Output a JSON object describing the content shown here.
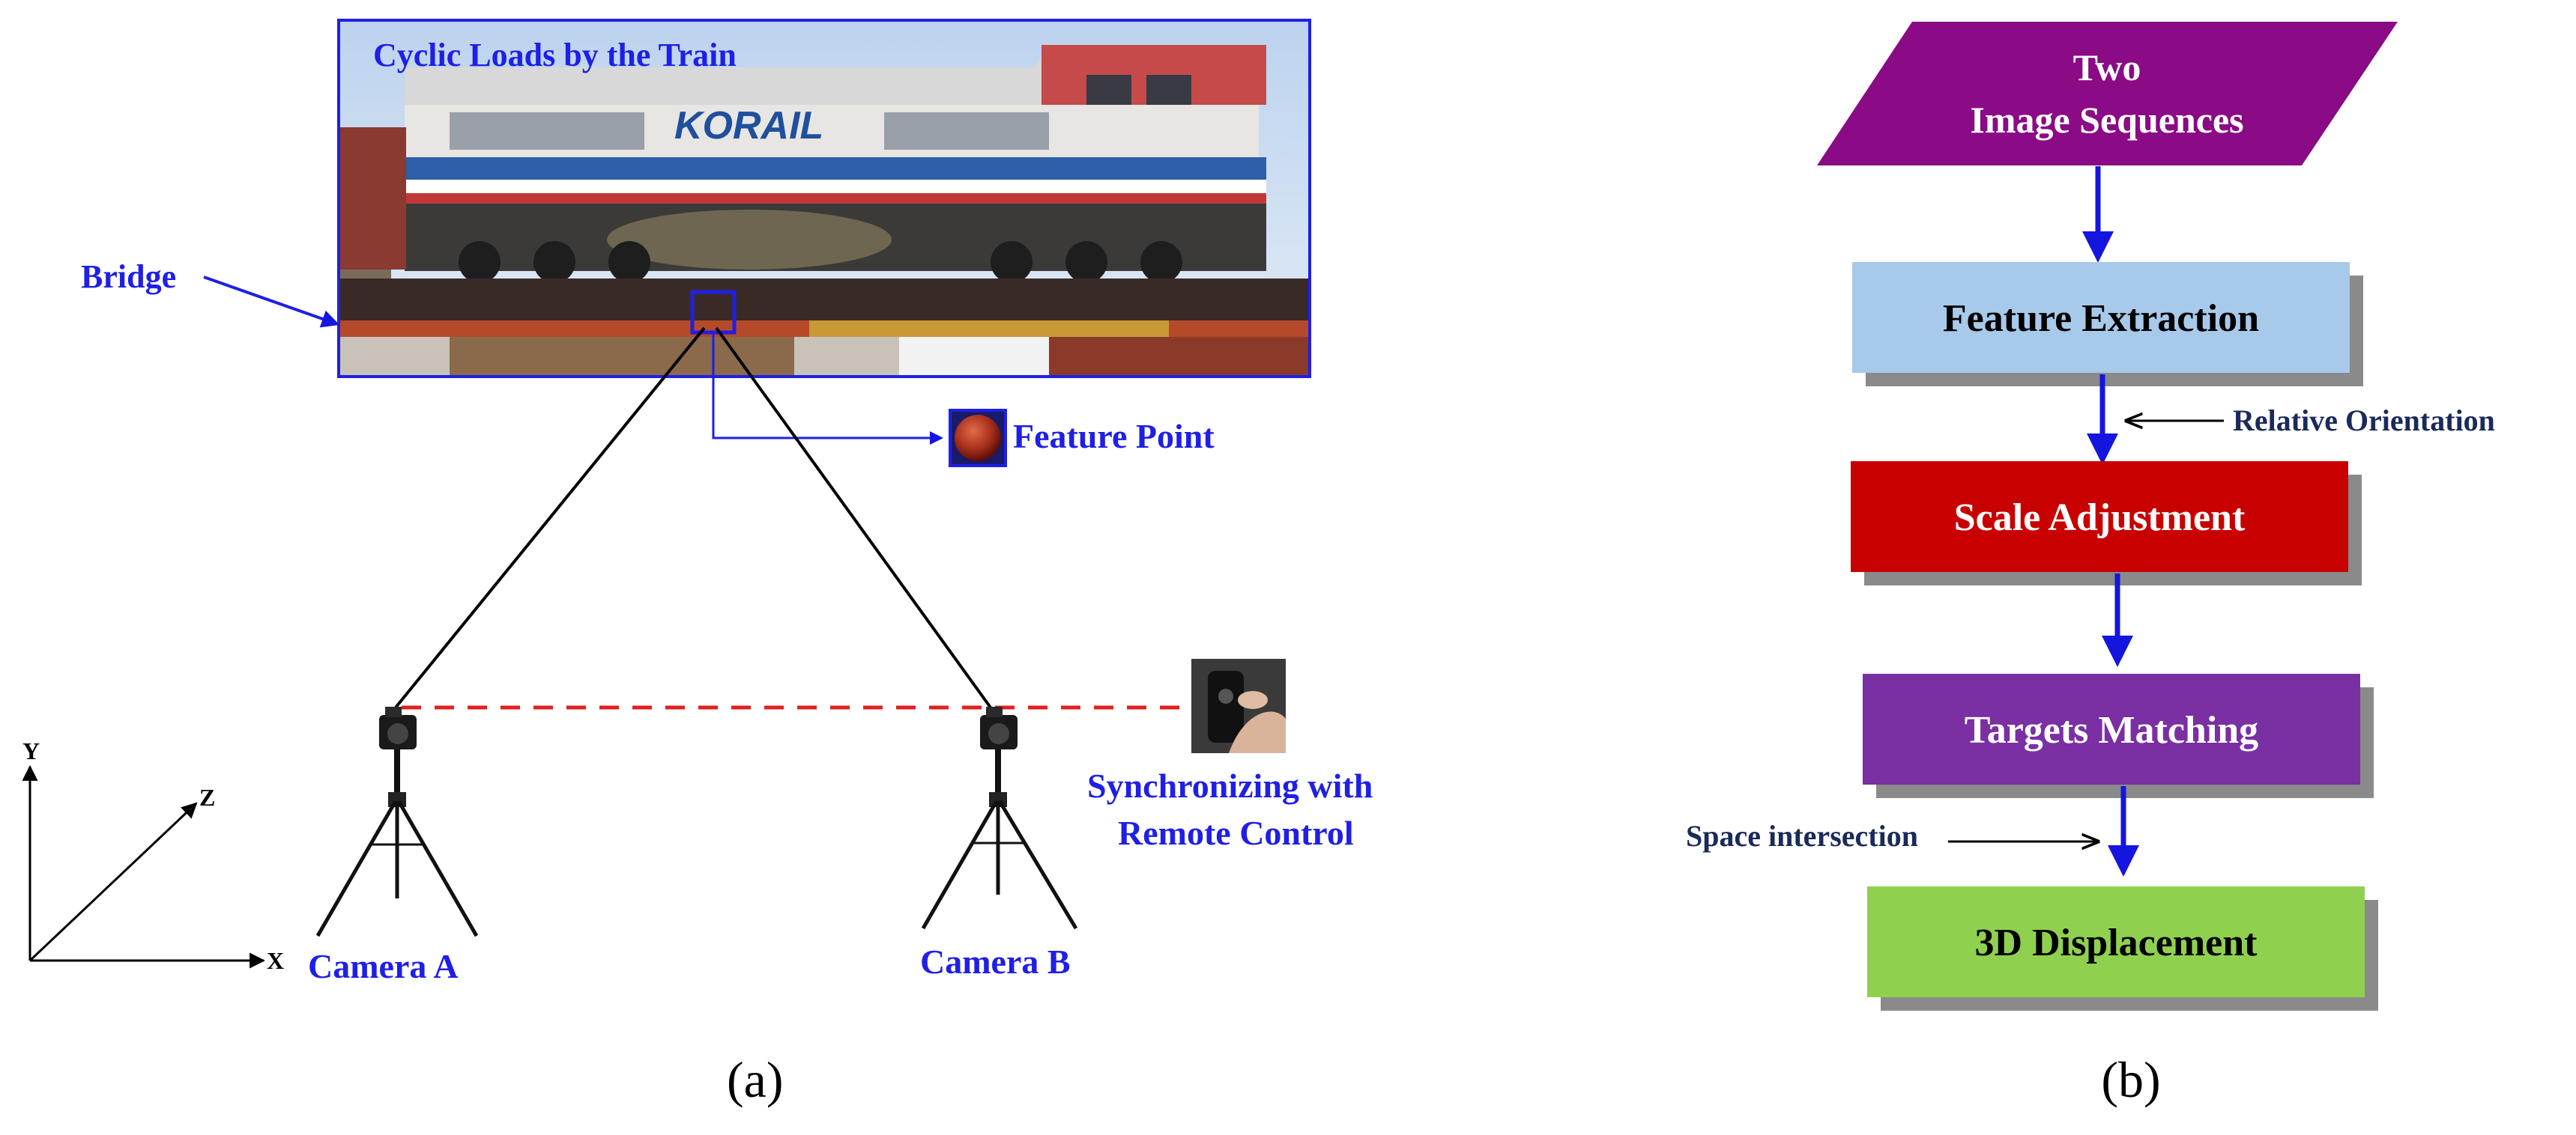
{
  "panel_a": {
    "photo_caption": "Cyclic Loads by the Train",
    "bridge_label": "Bridge",
    "feature_point_label": "Feature Point",
    "sync_label_line1": "Synchronizing with",
    "sync_label_line2": "Remote Control",
    "camera_a_label": "Camera A",
    "camera_b_label": "Camera B",
    "axis_y": "Y",
    "axis_z": "Z",
    "axis_x": "X",
    "train_logo_text": "KORAIL",
    "panel_label": "(a)"
  },
  "panel_b": {
    "input_line1": "Two",
    "input_line2": "Image Sequences",
    "step1": "Feature Extraction",
    "note1": "Relative Orientation",
    "step2": "Scale Adjustment",
    "step3": "Targets Matching",
    "note2": "Space intersection",
    "step4": "3D Displacement",
    "panel_label": "(b)"
  },
  "colors": {
    "label_blue": "#1f1fe6",
    "arrow_blue": "#1515e0",
    "note_navy": "#1a2a5a",
    "input_purple": "#8b0a85",
    "feature_box": "#a7c9ea",
    "scale_box": "#c80000",
    "targets_box": "#7a2fa3",
    "displacement_box": "#8fd14f",
    "shadow_grey": "#8a8a8a",
    "sync_line_red": "#e02020"
  }
}
